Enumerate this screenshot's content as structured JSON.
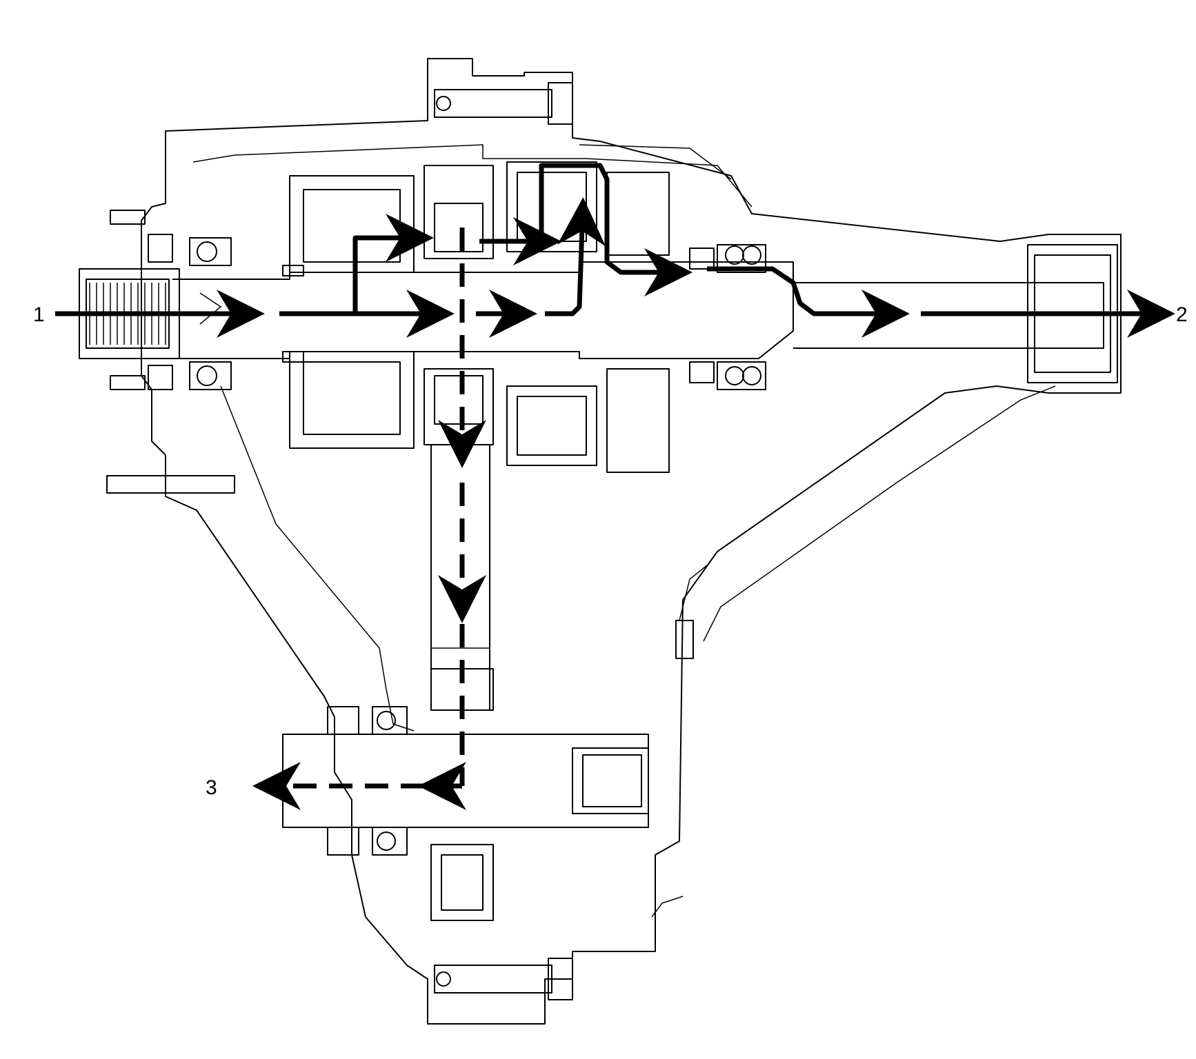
{
  "callouts": {
    "input": "1",
    "rear_output": "2",
    "front_output": "3"
  },
  "colors": {
    "line": "#000000",
    "flow": "#000000",
    "background": "#ffffff"
  }
}
